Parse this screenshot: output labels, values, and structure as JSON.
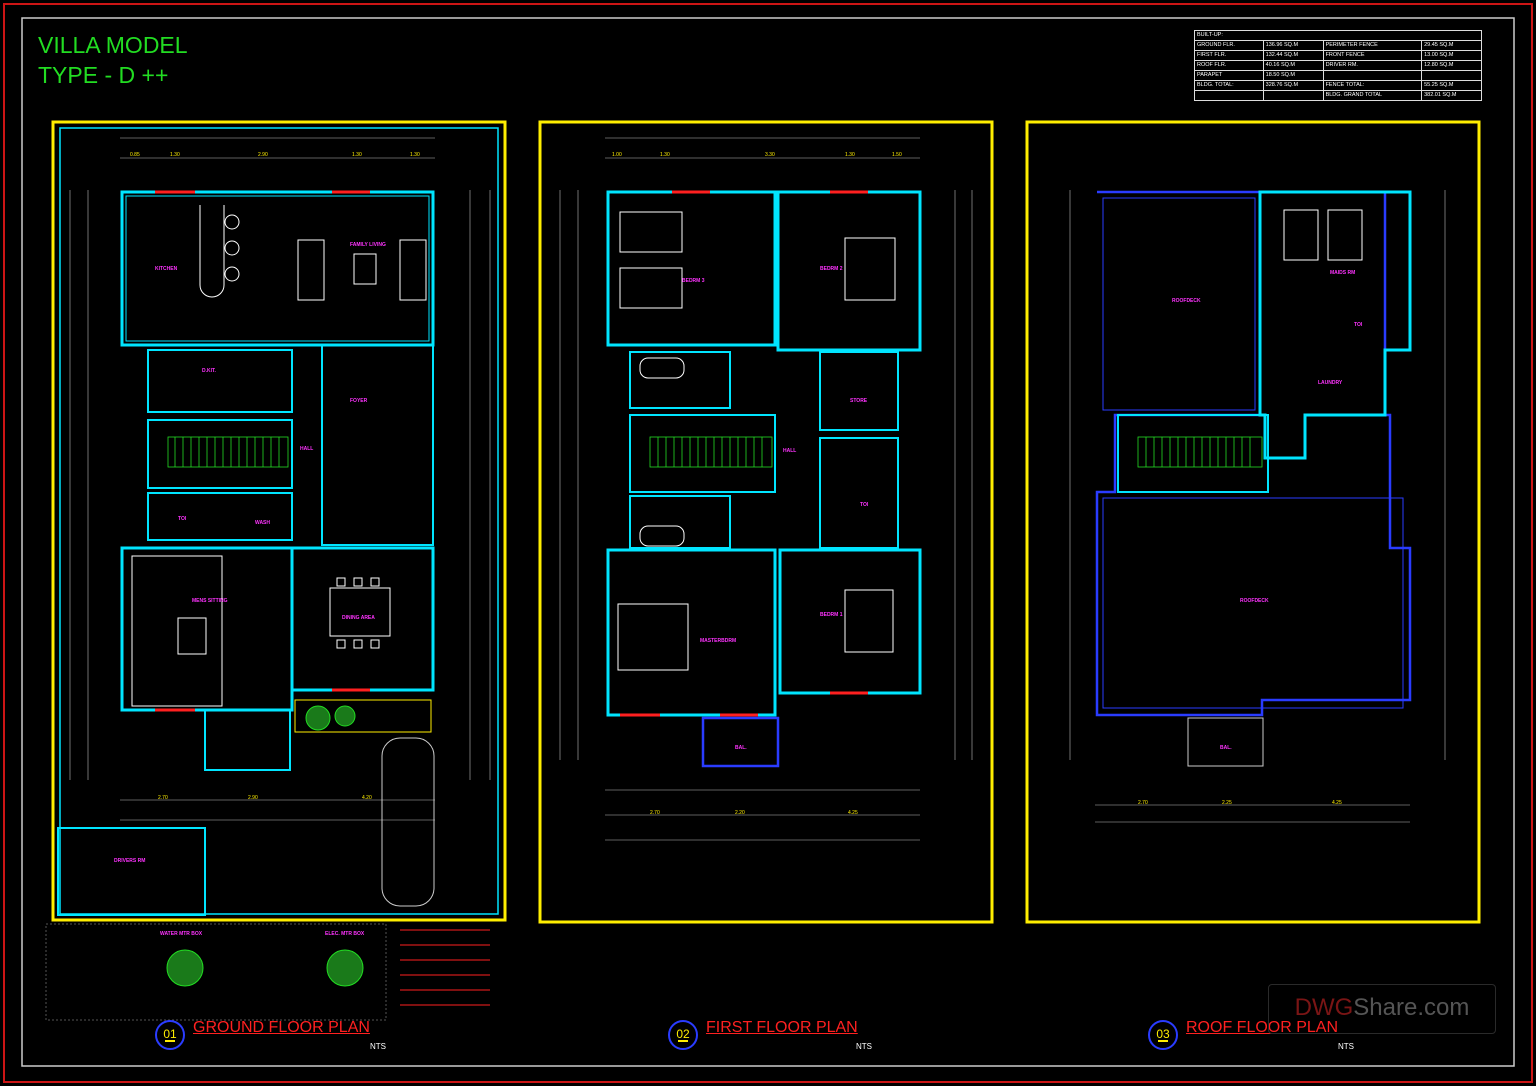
{
  "title": {
    "line1": "VILLA MODEL",
    "line2": "TYPE - D ++"
  },
  "builtup_table": {
    "header": "BUILT-UP:",
    "rows": [
      [
        "GROUND FLR.",
        "136.96 SQ.M",
        "PERIMETER FENCE",
        "29.45 SQ.M"
      ],
      [
        "FIRST FLR.",
        "132.44 SQ.M",
        "FRONT FENCE",
        "13.00 SQ.M"
      ],
      [
        "ROOF FLR.",
        "40.16 SQ.M",
        "DRIVER RM.",
        "12.80 SQ.M"
      ],
      [
        "PARAPET",
        "18.50 SQ.M",
        "",
        ""
      ],
      [
        "BLDG. TOTAL:",
        "328.76 SQ.M",
        "FENCE TOTAL:",
        "55.25 SQ.M"
      ],
      [
        "",
        "",
        "BLDG. GRAND TOTAL",
        "382.01 SQ.M"
      ]
    ]
  },
  "plans": [
    {
      "number": "01",
      "name": "GROUND FLOOR PLAN",
      "scale": "NTS"
    },
    {
      "number": "02",
      "name": "FIRST FLOOR PLAN",
      "scale": "NTS"
    },
    {
      "number": "03",
      "name": "ROOF FLOOR PLAN",
      "scale": "NTS"
    }
  ],
  "rooms": {
    "ground": [
      "KITCHEN",
      "FAMILY LIVING",
      "D.KIT.",
      "FOYER",
      "HALL",
      "TOI",
      "WASH",
      "MENS SITTING",
      "DINING AREA",
      "DRIVERS RM",
      "WATER MTR BOX",
      "ELEC. MTR BOX"
    ],
    "first": [
      "BEDRM 3",
      "BEDRM 2",
      "STORE",
      "TOI",
      "HALL",
      "MASTERBDRM",
      "BEDRM 1",
      "BAL."
    ],
    "roof": [
      "ROOFDECK",
      "MAIDS RM",
      "TOI",
      "LAUNDRY",
      "BAL."
    ]
  },
  "dimensions": {
    "ground_top": [
      "0.85",
      "1.30",
      "2.90",
      "1.30",
      "1.30"
    ],
    "ground_bottom": [
      "2.70",
      "2.90",
      "4.20"
    ],
    "first_top": [
      "1.00",
      "1.30",
      "3.30",
      "1.30",
      "1.50"
    ],
    "first_bottom": [
      "2.70",
      "2.20",
      "4.25"
    ],
    "roof_bottom": [
      "2.70",
      "2.25",
      "4.25"
    ]
  },
  "watermark": {
    "part1": "DWG",
    "part2": "Share.com"
  },
  "colors": {
    "wall": "#00e5ff",
    "boundary": "#ffee00",
    "frame": "#cc1515",
    "text_room": "#ff33ff",
    "title": "#22dd22",
    "plan_title": "#ff2020"
  }
}
